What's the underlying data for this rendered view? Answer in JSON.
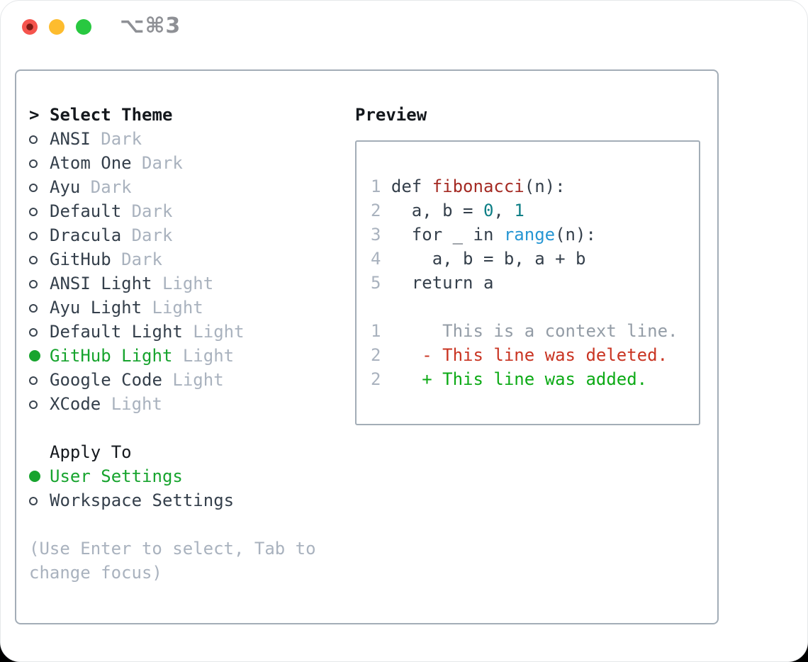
{
  "titlebar": {
    "hotkey": "⌥⌘3"
  },
  "left": {
    "title_marker": ">",
    "title": "Select Theme",
    "themes": [
      {
        "name": "ANSI",
        "variant": "Dark",
        "selected": false
      },
      {
        "name": "Atom One",
        "variant": "Dark",
        "selected": false
      },
      {
        "name": "Ayu",
        "variant": "Dark",
        "selected": false
      },
      {
        "name": "Default",
        "variant": "Dark",
        "selected": false
      },
      {
        "name": "Dracula",
        "variant": "Dark",
        "selected": false
      },
      {
        "name": "GitHub",
        "variant": "Dark",
        "selected": false
      },
      {
        "name": "ANSI Light",
        "variant": "Light",
        "selected": false
      },
      {
        "name": "Ayu Light",
        "variant": "Light",
        "selected": false
      },
      {
        "name": "Default Light",
        "variant": "Light",
        "selected": false
      },
      {
        "name": "GitHub Light",
        "variant": "Light",
        "selected": true
      },
      {
        "name": "Google Code",
        "variant": "Light",
        "selected": false
      },
      {
        "name": "XCode",
        "variant": "Light",
        "selected": false
      }
    ],
    "apply_to": {
      "title": "Apply To",
      "options": [
        {
          "label": "User Settings",
          "selected": true
        },
        {
          "label": "Workspace Settings",
          "selected": false
        }
      ]
    },
    "hint": "(Use Enter to select, Tab to change focus)"
  },
  "preview": {
    "title": "Preview",
    "lines": [
      {
        "no": "1",
        "segs": [
          {
            "t": " def ",
            "c": "code"
          },
          {
            "t": "fibonacci",
            "c": "func"
          },
          {
            "t": "(n):",
            "c": "code"
          }
        ]
      },
      {
        "no": "2",
        "segs": [
          {
            "t": "   a, b = ",
            "c": "code"
          },
          {
            "t": "0",
            "c": "num"
          },
          {
            "t": ", ",
            "c": "code"
          },
          {
            "t": "1",
            "c": "num"
          }
        ]
      },
      {
        "no": "3",
        "segs": [
          {
            "t": "   for _ in ",
            "c": "code"
          },
          {
            "t": "range",
            "c": "blue"
          },
          {
            "t": "(n):",
            "c": "code"
          }
        ]
      },
      {
        "no": "4",
        "segs": [
          {
            "t": "     a, b = b, a + b",
            "c": "code"
          }
        ]
      },
      {
        "no": "5",
        "segs": [
          {
            "t": "   return a",
            "c": "code"
          }
        ]
      },
      {
        "no": "",
        "segs": []
      },
      {
        "no": "1",
        "segs": [
          {
            "t": "      This is a context line.",
            "c": "ctx"
          }
        ]
      },
      {
        "no": "2",
        "segs": [
          {
            "t": "    - This line was deleted.",
            "c": "del"
          }
        ]
      },
      {
        "no": "2",
        "segs": [
          {
            "t": "    + This line was added.",
            "c": "add"
          }
        ]
      }
    ]
  },
  "colors": {
    "text": "#343f4b",
    "heading": "#14181d",
    "muted": "#a9b2be",
    "border": "#a3adb7",
    "selected_green": "#17a42e",
    "function_red": "#a42a23",
    "number_teal": "#0e7f86",
    "builtin_blue": "#2696d3",
    "context_gray": "#939ca6",
    "diff_deleted": "#c93422",
    "diff_added": "#0caa15"
  }
}
